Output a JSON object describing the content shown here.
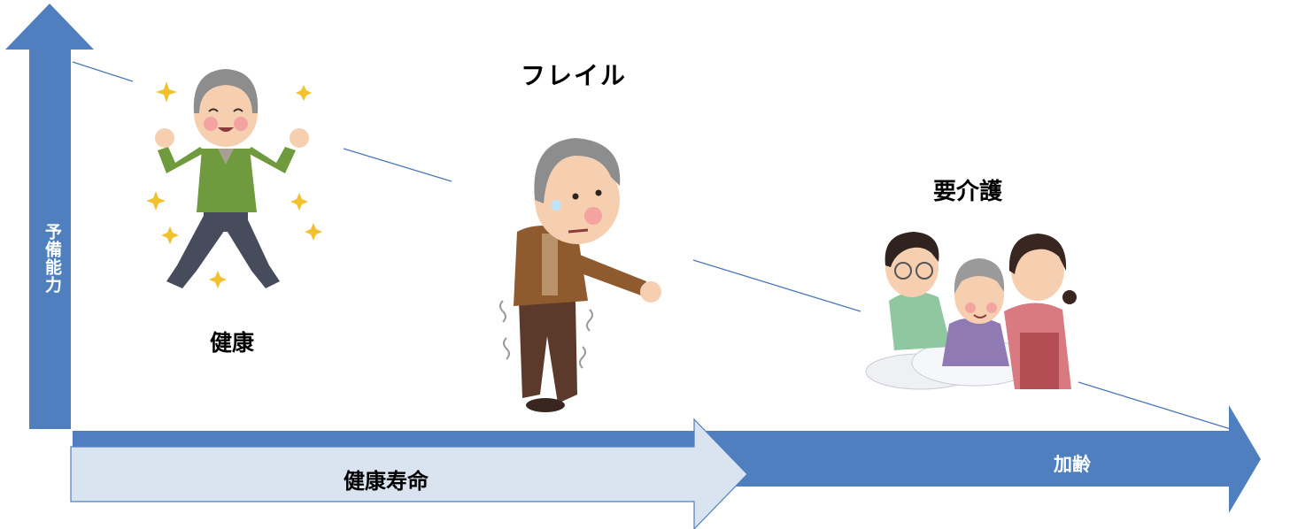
{
  "labels": {
    "y_axis": "予備能力",
    "x_axis": "加齢",
    "healthy_lifespan": "健康寿命",
    "stage_healthy": "健康",
    "stage_frailty": "フレイル",
    "stage_care": "要介護"
  },
  "colors": {
    "axis_blue": "#4f7fbf",
    "lifespan_fill": "#dae3f0",
    "lifespan_stroke": "#4f7fbf",
    "decline_line": "#4a78b8"
  },
  "icons": [
    "healthy-elderly-man-icon",
    "frail-elderly-man-icon",
    "caregiving-family-icon"
  ]
}
